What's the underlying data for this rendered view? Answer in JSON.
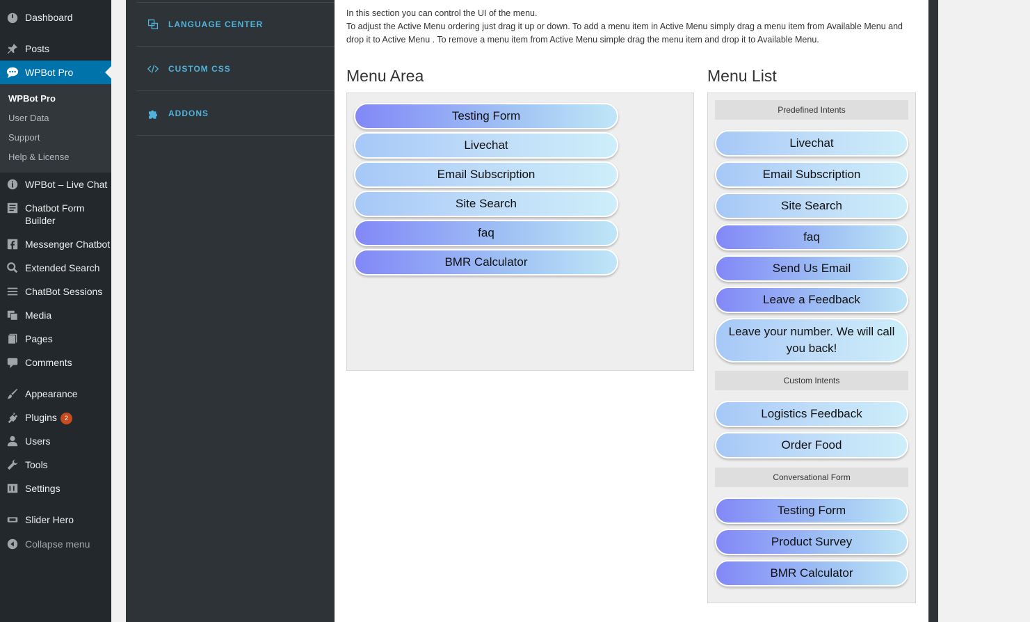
{
  "admin_menu": {
    "dashboard": "Dashboard",
    "posts": "Posts",
    "wpbot_pro": "WPBot Pro",
    "submenu": [
      "WPBot Pro",
      "User Data",
      "Support",
      "Help & License"
    ],
    "live_chat": "WPBot – Live Chat",
    "chatbot_form_builder": "Chatbot Form Builder",
    "messenger_chatbot": "Messenger Chatbot",
    "extended_search": "Extended Search",
    "chatbot_sessions": "ChatBot Sessions",
    "media": "Media",
    "pages": "Pages",
    "comments": "Comments",
    "appearance": "Appearance",
    "plugins": "Plugins",
    "plugins_badge": "2",
    "users": "Users",
    "tools": "Tools",
    "settings": "Settings",
    "slider_hero": "Slider Hero",
    "collapse": "Collapse menu"
  },
  "tabs": {
    "language_center": "LANGUAGE CENTER",
    "custom_css": "CUSTOM CSS",
    "addons": "ADDONS"
  },
  "description": {
    "line1": "In this section you can control the UI of the menu.",
    "line2": "To adjust the Active Menu ordering just drag it up or down. To add a menu item in Active Menu simply drag a menu item from Available Menu and drop it to Active Menu . To remove a menu item from Active Menu simple drag the menu item and drop it to Available Menu."
  },
  "menu_area": {
    "title": "Menu Area",
    "items": [
      "Testing Form",
      "Livechat",
      "Email Subscription",
      "Site Search",
      "faq",
      "BMR Calculator"
    ]
  },
  "menu_list": {
    "title": "Menu List",
    "predefined_label": "Predefined Intents",
    "predefined": [
      "Livechat",
      "Email Subscription",
      "Site Search",
      "faq",
      "Send Us Email",
      "Leave a Feedback",
      "Leave your number. We will call you back!"
    ],
    "custom_label": "Custom Intents",
    "custom": [
      "Logistics Feedback",
      "Order Food"
    ],
    "conversational_label": "Conversational Form",
    "conversational": [
      "Testing Form",
      "Product Survey",
      "BMR Calculator"
    ]
  },
  "colors": {
    "admin_bg": "#23282d",
    "admin_active": "#0073aa",
    "tab_accent": "#4fb3d9",
    "pill_dark_start": "#8288f7",
    "pill_light_end": "#cdeefa"
  }
}
